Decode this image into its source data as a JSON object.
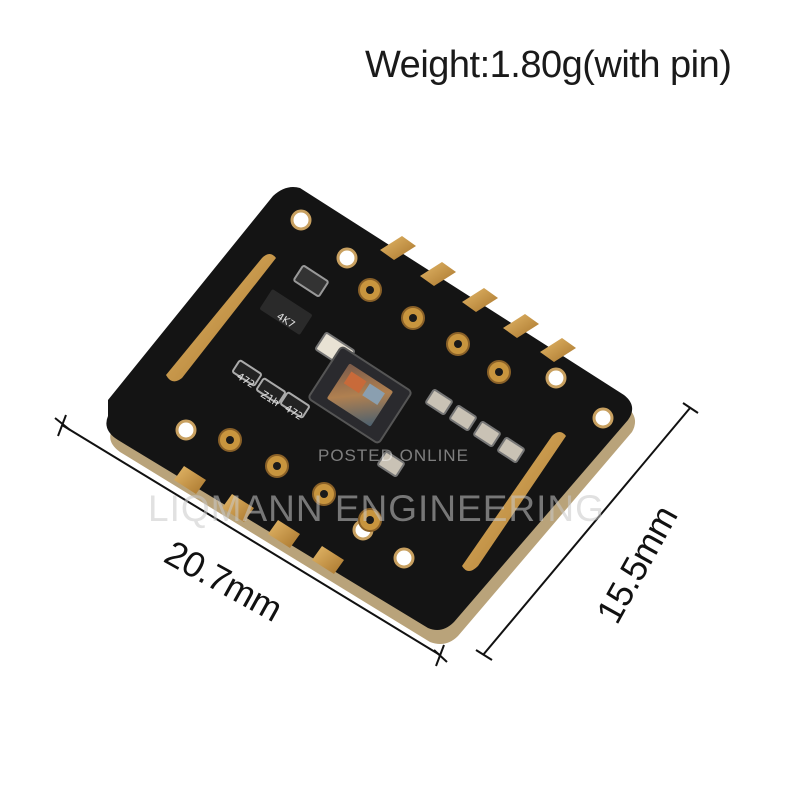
{
  "product": {
    "weight_label": "Weight:1.80g(with pin)"
  },
  "dimensions": {
    "width_label": "20.7mm",
    "height_label": "15.5mm"
  },
  "watermark": {
    "small": "POSTED ONLINE",
    "large": "LIQMANN ENGINEERING"
  },
  "board": {
    "silkscreen": [
      "4K7",
      "472",
      "Z1h",
      "472"
    ],
    "colors": {
      "pcb": "#141414",
      "pad_gold": "#c8953e",
      "edge": "#b9a37a",
      "sensor": "#2a2a2e"
    }
  }
}
